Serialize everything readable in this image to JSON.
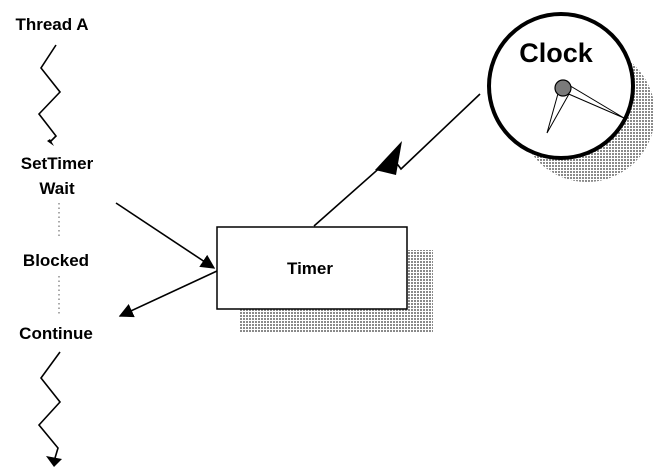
{
  "labels": {
    "thread": "Thread A",
    "set_timer": "SetTimer",
    "wait": "Wait",
    "blocked": "Blocked",
    "continue": "Continue",
    "timer": "Timer",
    "clock": "Clock"
  },
  "colors": {
    "ink": "#000000",
    "paper": "#ffffff",
    "shadow": "#b3b3b3",
    "clock_hub": "#7a7a7a"
  }
}
